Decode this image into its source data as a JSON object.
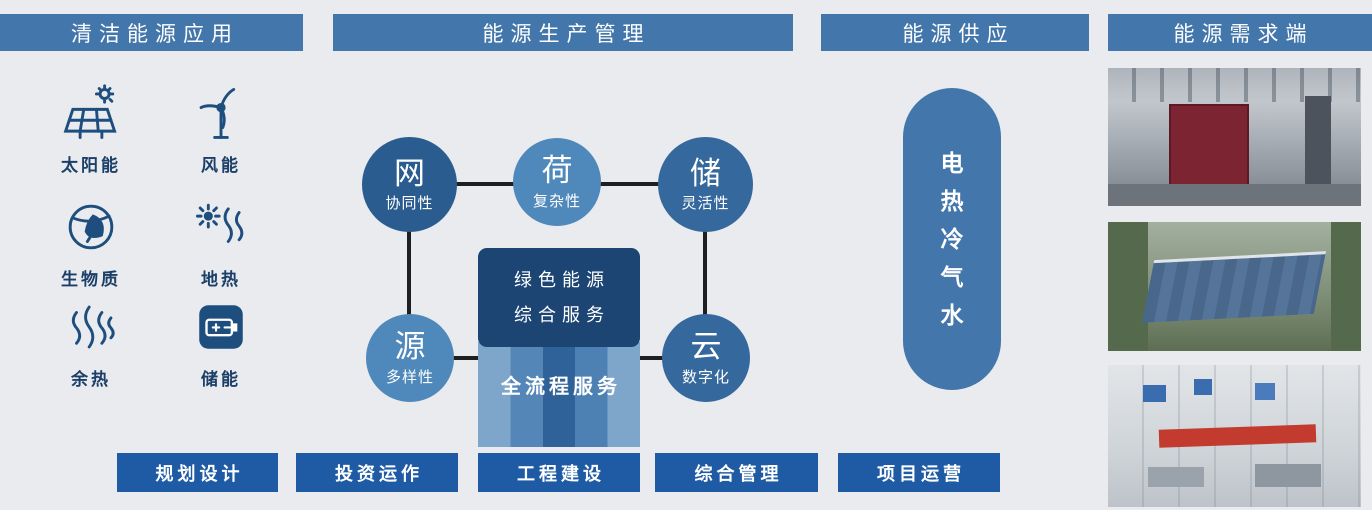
{
  "headers": [
    {
      "label": "清洁能源应用"
    },
    {
      "label": "能源生产管理"
    },
    {
      "label": "能源供应"
    },
    {
      "label": "能源需求端"
    }
  ],
  "energy_sources": [
    {
      "icon": "solar-panel-icon",
      "label": "太阳能"
    },
    {
      "icon": "wind-turbine-icon",
      "label": "风能"
    },
    {
      "icon": "biomass-globe-leaf-icon",
      "label": "生物质"
    },
    {
      "icon": "geothermal-icon",
      "label": "地热"
    },
    {
      "icon": "waste-heat-waves-icon",
      "label": "余热"
    },
    {
      "icon": "battery-storage-icon",
      "label": "储能"
    }
  ],
  "diagram": {
    "nodes": [
      {
        "char": "网",
        "sub": "协同性"
      },
      {
        "char": "荷",
        "sub": "复杂性"
      },
      {
        "char": "储",
        "sub": "灵活性"
      },
      {
        "char": "源",
        "sub": "多样性"
      },
      {
        "char": "云",
        "sub": "数字化"
      }
    ],
    "center": {
      "line1": "绿色能源",
      "line2": "综合服务",
      "banner": "全流程服务"
    }
  },
  "process_buttons": [
    "规划设计",
    "投资运作",
    "工程建设",
    "综合管理",
    "项目运营"
  ],
  "supply": {
    "items": [
      "电",
      "热",
      "冷",
      "气",
      "水"
    ]
  },
  "demand_photos": [
    {
      "icon": "factory-interior-photo"
    },
    {
      "icon": "industrial-campus-aerial-photo"
    },
    {
      "icon": "production-line-render-photo"
    }
  ],
  "colors": {
    "header_bar": "#4377ac",
    "node_dark": "#2b5c90",
    "node_medium": "#4f88bb",
    "center_box": "#1c4573",
    "process_button": "#1e5ba4",
    "supply_capsule": "#4377ac",
    "connector_line": "#1d1f21",
    "background": "#e9ebee"
  }
}
